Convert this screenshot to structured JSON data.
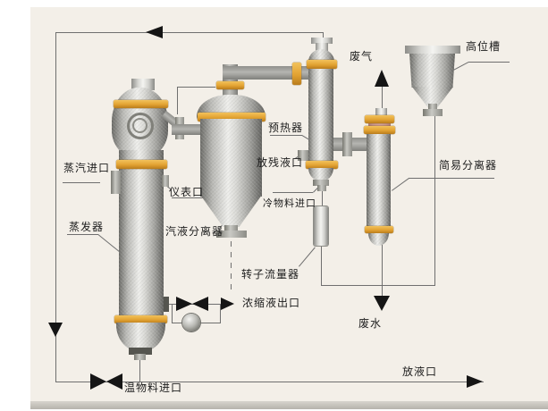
{
  "diagram": {
    "labels": {
      "steam_inlet": "蒸汽进口",
      "instrument_port": "仪表口",
      "evaporator": "蒸发器",
      "vapor_liquid_separator": "汽液分离器",
      "preheater": "预热器",
      "residual_drain_port": "放残液口",
      "cold_feed_inlet": "冷物料进口",
      "rotameter": "转子流量器",
      "concentrate_outlet": "浓缩液出口",
      "waste_gas": "废气",
      "elevated_tank": "高位槽",
      "simple_separator": "简易分离器",
      "waste_water": "废水",
      "drain_port": "放液口",
      "warm_feed_inlet": "温物料进口"
    },
    "colors": {
      "paper": "#f3efe8",
      "flange_orange": "#e2a232",
      "vessel_gray_light": "#efefec",
      "vessel_gray_dark": "#6b6b67",
      "line_gray": "#6f6f6f",
      "arrow_black": "#151515",
      "head_copper": "#c5928a"
    }
  }
}
